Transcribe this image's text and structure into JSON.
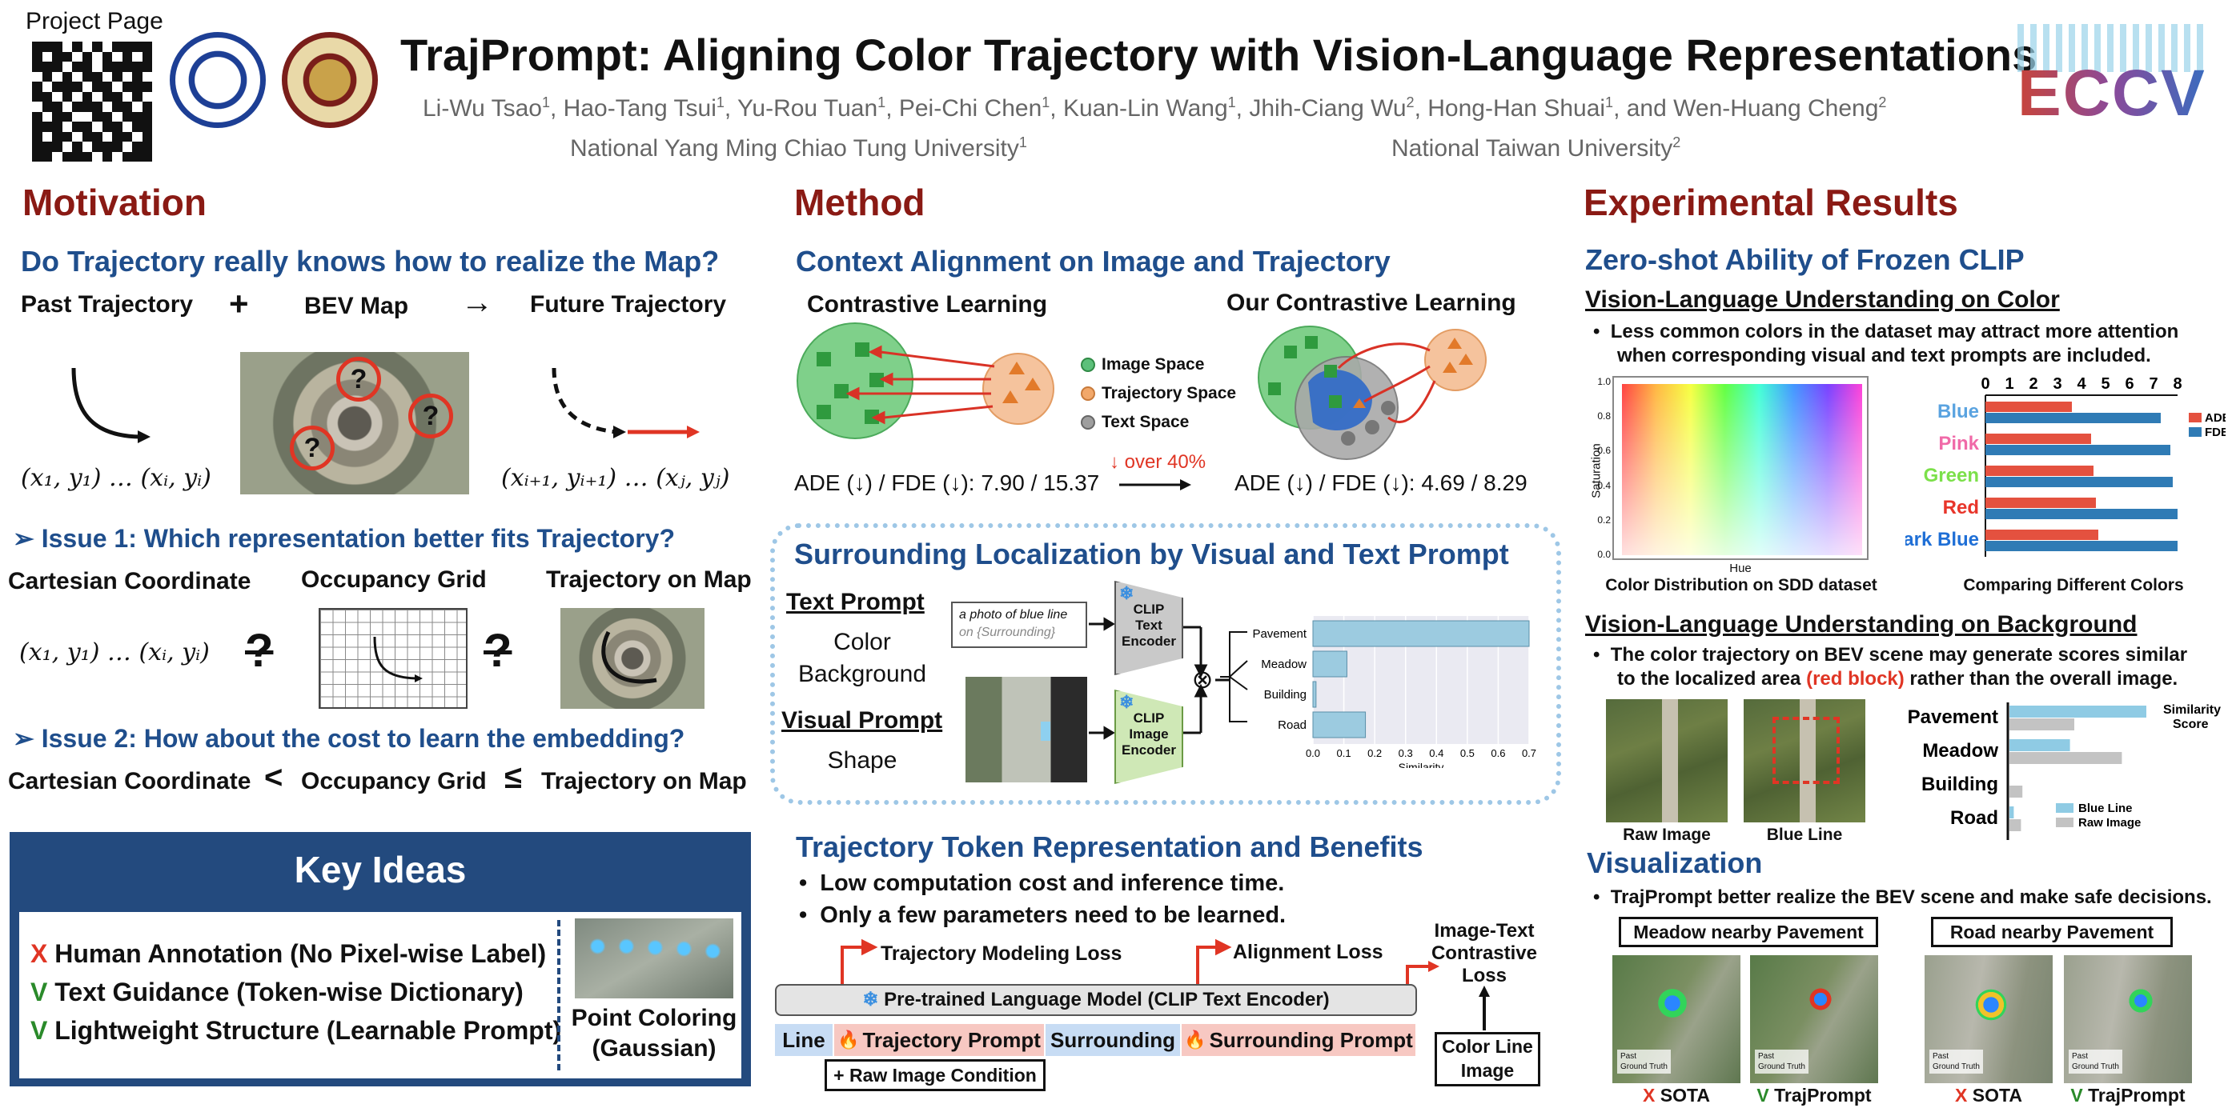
{
  "header": {
    "project_page": "Project Page",
    "title": "TrajPrompt: Aligning Color Trajectory with Vision-Language Representations",
    "authors": [
      {
        "name": "Li-Wu Tsao",
        "aff": "1"
      },
      {
        "name": "Hao-Tang Tsui",
        "aff": "1"
      },
      {
        "name": "Yu-Rou Tuan",
        "aff": "1"
      },
      {
        "name": "Pei-Chi Chen",
        "aff": "1"
      },
      {
        "name": "Kuan-Lin Wang",
        "aff": "1"
      },
      {
        "name": "Jhih-Ciang Wu",
        "aff": "2"
      },
      {
        "name": "Hong-Han Shuai",
        "aff": "1"
      },
      {
        "name": "and Wen-Huang Cheng",
        "aff": "2"
      }
    ],
    "aff1": "National Yang Ming Chiao Tung University",
    "aff1_sup": "1",
    "aff2": "National Taiwan University",
    "aff2_sup": "2",
    "conf_logo": "ECCV"
  },
  "motivation": {
    "title": "Motivation",
    "question": "Do Trajectory really knows how to realize the Map?",
    "past": "Past Trajectory",
    "plus": "+",
    "bev": "BEV Map",
    "arrow": "→",
    "future": "Future Trajectory",
    "past_coord": "(x₁, y₁) … (xᵢ, yᵢ)",
    "future_coord": "(xᵢ₊₁, yᵢ₊₁) … (xⱼ, yⱼ)",
    "qmark": "?",
    "issue1": "➢ Issue 1: Which representation better fits Trajectory?",
    "cartesian": "Cartesian Coordinate",
    "occupancy": "Occupancy Grid",
    "traj_map": "Trajectory on Map",
    "coord": "(x₁, y₁) … (xᵢ, yᵢ)",
    "neq": "?",
    "issue2": "➢ Issue 2: How about the cost to learn the embedding?",
    "cost_a": "Cartesian Coordinate",
    "lt": "<",
    "cost_b": "Occupancy Grid",
    "le": "≤",
    "cost_c": "Trajectory on Map"
  },
  "key_ideas": {
    "title": "Key Ideas",
    "items": [
      {
        "mark": "X",
        "text": "Human Annotation (No Pixel-wise Label)",
        "color": "#e03524"
      },
      {
        "mark": "V",
        "text": "Text Guidance (Token-wise Dictionary)",
        "color": "#2a8a2a"
      },
      {
        "mark": "V",
        "text": "Lightweight Structure (Learnable Prompt)",
        "color": "#2a8a2a"
      }
    ],
    "point_coloring": "Point Coloring",
    "gaussian": "(Gaussian)"
  },
  "method": {
    "title": "Method",
    "context_title": "Context Alignment on Image and Trajectory",
    "contrastive": "Contrastive Learning",
    "our_contrastive": "Our Contrastive Learning",
    "legend": [
      "Image Space",
      "Trajectory Space",
      "Text Space"
    ],
    "legend_colors": [
      "#5cc07a",
      "#f2a86a",
      "#9e9e9e"
    ],
    "ade_left": "ADE (↓) / FDE (↓): 7.90 / 15.37",
    "improve": "↓ over 40%",
    "ade_right": "ADE (↓) / FDE (↓): 4.69 / 8.29",
    "surround_title": "Surrounding Localization by Visual and Text Prompt",
    "text_prompt": "Text Prompt",
    "color_word": "Color",
    "background_word": "Background",
    "visual_prompt": "Visual Prompt",
    "shape_word": "Shape",
    "prompt_text_1": "a photo of blue line",
    "prompt_text_2": "on {Surrounding}",
    "clip_text": [
      "CLIP",
      "Text",
      "Encoder"
    ],
    "clip_image": [
      "CLIP",
      "Image",
      "Encoder"
    ],
    "otimes": "⊗",
    "token_title": "Trajectory Token Representation and Benefits",
    "benefits": [
      "Low computation cost and inference time.",
      "Only a few parameters need to be learned."
    ],
    "traj_loss": "Trajectory Modeling Loss",
    "align_loss": "Alignment Loss",
    "itc_loss": [
      "Image-Text",
      "Contrastive",
      "Loss"
    ],
    "plm": "Pre-trained Language Model (CLIP Text Encoder)",
    "tokens": [
      "Line",
      "Trajectory Prompt",
      "Surrounding",
      "Surrounding Prompt"
    ],
    "raw_cond": "+ Raw Image Condition",
    "color_line": [
      "Color Line",
      "Image"
    ],
    "snowflake": "❄",
    "fire": "🔥"
  },
  "results": {
    "title": "Experimental Results",
    "zero_shot": "Zero-shot Ability of Frozen CLIP",
    "color_title": "Vision-Language Understanding on Color",
    "color_bullet_1": "Less common colors in the dataset may attract more attention",
    "color_bullet_2": "when corresponding visual and text prompts are included.",
    "scatter_caption": "Color Distribution on SDD dataset",
    "scatter_ylabel": "Saturation",
    "scatter_xlabel": "Hue",
    "scatter_ticks": [
      "1.0",
      "0.8",
      "0.6",
      "0.4",
      "0.2",
      "0.0"
    ],
    "bar_caption": "Comparing Different Colors",
    "bg_title": "Vision-Language Understanding on Background",
    "bg_bullet_1": "The color trajectory on BEV scene may generate scores similar",
    "bg_bullet_2a": "to the localized area ",
    "bg_bullet_2b": "(red block)",
    "bg_bullet_2c": " rather than the overall image.",
    "raw_image": "Raw Image",
    "blue_line": "Blue Line",
    "vis_title": "Visualization",
    "vis_bullet": "TrajPrompt better realize the BEV scene and make safe decisions.",
    "meadow_box": "Meadow nearby Pavement",
    "road_box": "Road nearby Pavement",
    "sota": "SOTA",
    "trajprompt": "TrajPrompt",
    "x_mark": "X",
    "v_mark": "V",
    "past_lbl": "Past",
    "gt_lbl": "Ground Truth"
  },
  "chart_data": [
    {
      "type": "bar",
      "title": "",
      "orientation": "horizontal",
      "categories": [
        "Pavement",
        "Meadow",
        "Building",
        "Road"
      ],
      "series": [
        {
          "name": "",
          "values": [
            0.7,
            0.11,
            0.01,
            0.17
          ]
        }
      ],
      "xlabel": "Similarity",
      "ylabel": "",
      "xlim": [
        0.0,
        0.7
      ],
      "xticks": [
        "0.0",
        "0.1",
        "0.2",
        "0.3",
        "0.4",
        "0.5",
        "0.6",
        "0.7"
      ],
      "colors": [
        "#9ccbe0"
      ]
    },
    {
      "type": "bar",
      "title": "",
      "orientation": "horizontal",
      "categories": [
        "Blue",
        "Pink",
        "Green",
        "Red",
        "Dark Blue"
      ],
      "category_colors": [
        "#5aa3e0",
        "#f06aa8",
        "#7ce04a",
        "#e8352a",
        "#1f6fd6"
      ],
      "series": [
        {
          "name": "ADE",
          "values": [
            3.6,
            4.4,
            4.5,
            4.6,
            4.7
          ]
        },
        {
          "name": "FDE",
          "values": [
            7.3,
            7.7,
            7.8,
            8.0,
            8.0
          ]
        }
      ],
      "xlim": [
        0,
        8
      ],
      "xticks": [
        "0",
        "1",
        "2",
        "3",
        "4",
        "5",
        "6",
        "7",
        "8"
      ],
      "colors": [
        "#e4513f",
        "#2f7bb5"
      ]
    },
    {
      "type": "bar",
      "title": "",
      "orientation": "horizontal",
      "categories": [
        "Pavement",
        "Meadow",
        "Building",
        "Road"
      ],
      "series": [
        {
          "name": "Blue Line",
          "values": [
            0.95,
            0.42,
            0.0,
            0.03
          ]
        },
        {
          "name": "Raw Image",
          "values": [
            0.45,
            0.78,
            0.09,
            0.08
          ]
        }
      ],
      "legend_title": "Similarity Score",
      "legend_position": "top-right",
      "colors": [
        "#8fcbe4",
        "#c3c3c3"
      ]
    }
  ]
}
